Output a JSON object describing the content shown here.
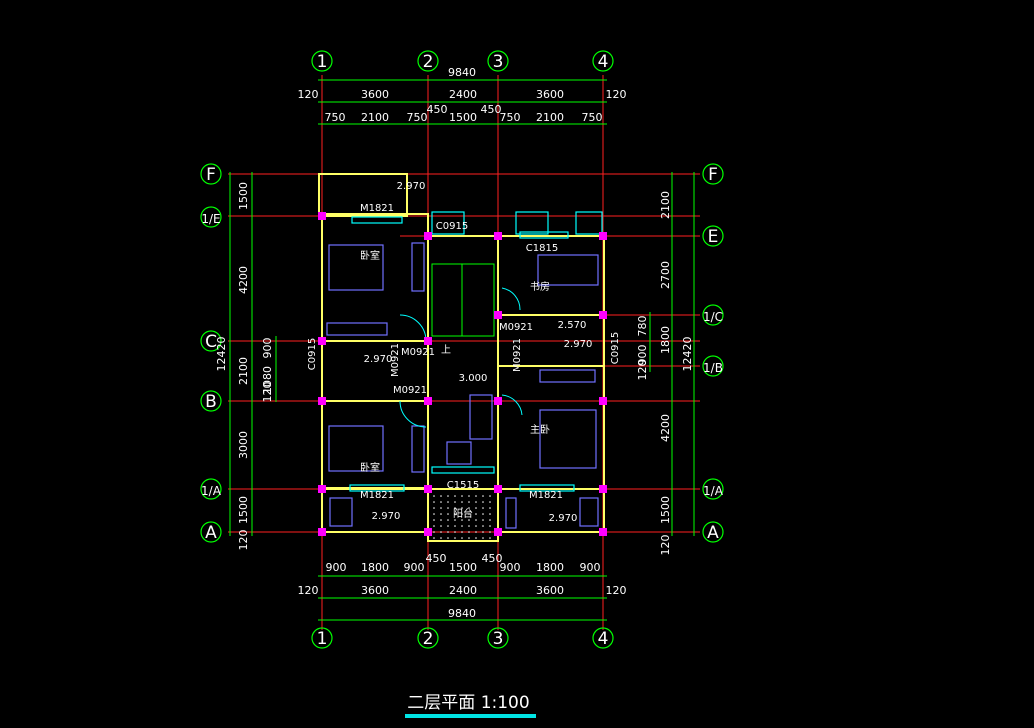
{
  "drawing": {
    "title": "二层平面  1:100",
    "colors": {
      "background": "#000000",
      "dim": "#00ff00",
      "axis": "#ff2020",
      "wall": "#ffff66",
      "furniture": "#7070ff",
      "door": "#00ffff",
      "column": "#ff00ff",
      "text": "#ffffff"
    },
    "axes_top": [
      "1",
      "2",
      "3",
      "4"
    ],
    "axes_left": [
      "F",
      "1/E",
      "C",
      "B",
      "1/A",
      "A"
    ],
    "axes_right": [
      "F",
      "E",
      "1/C",
      "1/B",
      "1/A",
      "A"
    ],
    "dims_top": {
      "total": "9840",
      "row2": [
        "120",
        "3600",
        "2400",
        "3600",
        "120"
      ],
      "row3": [
        "750",
        "2100",
        "750",
        "450",
        "1500",
        "450",
        "750",
        "2100",
        "750"
      ]
    },
    "dims_bottom": {
      "total": "9840",
      "row2": [
        "120",
        "3600",
        "2400",
        "3600",
        "120"
      ],
      "row1": [
        "900",
        "1800",
        "900",
        "450",
        "1500",
        "450",
        "900",
        "1800",
        "900"
      ]
    },
    "dims_left": {
      "total": "12420",
      "outer": [
        "1500",
        "4200",
        "2100",
        "3000",
        "1500",
        "120"
      ],
      "inner": [
        "900",
        "1080",
        "120"
      ],
      "window": "C0915"
    },
    "dims_right": {
      "total": "12420",
      "outer": [
        "2100",
        "2700",
        "1800",
        "4200",
        "1500",
        "120"
      ],
      "inner": [
        "780",
        "900",
        "120"
      ],
      "window": "C0915"
    },
    "labels": {
      "m1821_top": "M1821",
      "elev_top": "2.970",
      "c0915": "C0915",
      "c1815": "C1815",
      "bedroom1": "卧室",
      "bedroom2": "卧室",
      "study": "书房",
      "master": "主卧",
      "m0921_a": "M0921",
      "m0921_b": "M0921",
      "m0921_c": "M0921",
      "m0921_d": "M0921",
      "m0921_e": "M0921",
      "elev_wc_l": "2.970",
      "elev_wc_r1": "2.570",
      "elev_wc_r2": "2.970",
      "elev_hall": "3.000",
      "stair_up": "上",
      "c1515": "C1515",
      "balcony": "阳台",
      "m1821_bl": "M1821",
      "m1821_br": "M1821",
      "elev_bl": "2.970",
      "elev_br": "2.970"
    }
  }
}
